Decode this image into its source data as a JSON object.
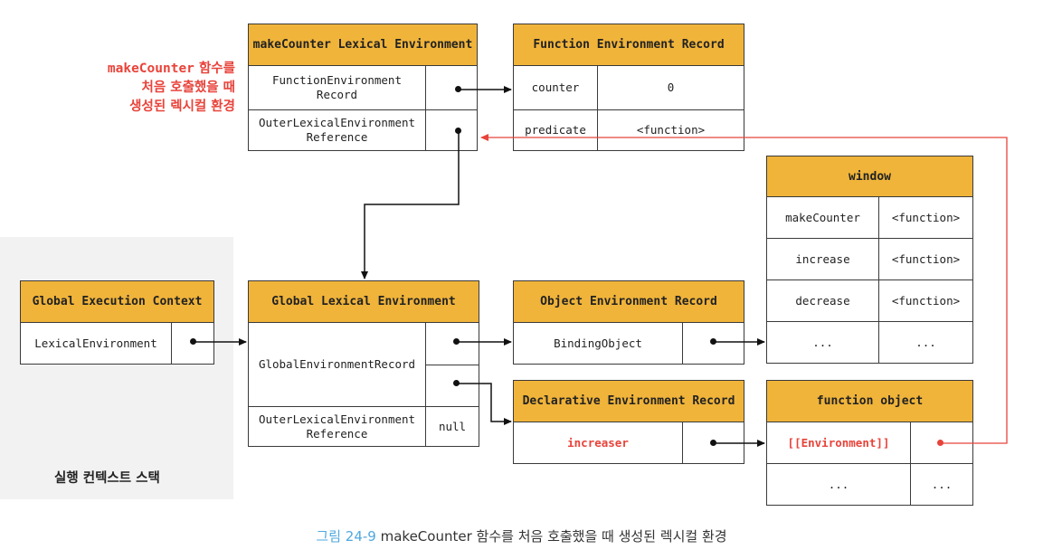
{
  "annotation": {
    "prefix": "makeCounter",
    "suffix": "함수를",
    "line2": "처음 호출했을 때",
    "line3": "생성된 렉시컬 환경"
  },
  "stack_label": "실행 컨텍스트 스택",
  "caption": {
    "figure": "그림 24-9",
    "prefix": "makeCounter",
    "text": "함수를 처음 호출했을 때 생성된 렉시컬 환경"
  },
  "make_counter_env": {
    "title": "makeCounter Lexical Environment",
    "rows": [
      "FunctionEnvironment\nRecord",
      "OuterLexicalEnvironment\nReference"
    ]
  },
  "function_env_record": {
    "title": "Function Environment Record",
    "rows": [
      {
        "name": "counter",
        "value": "0"
      },
      {
        "name": "predicate",
        "value": "<function>"
      }
    ]
  },
  "window": {
    "title": "window",
    "rows": [
      {
        "name": "makeCounter",
        "value": "<function>"
      },
      {
        "name": "increase",
        "value": "<function>"
      },
      {
        "name": "decrease",
        "value": "<function>"
      },
      {
        "name": "...",
        "value": "..."
      }
    ]
  },
  "global_exec_context": {
    "title": "Global Execution Context",
    "row": "LexicalEnvironment"
  },
  "global_lex_env": {
    "title": "Global Lexical Environment",
    "rows": [
      "GlobalEnvironmentRecord",
      "OuterLexicalEnvironment\nReference"
    ],
    "outer_value": "null"
  },
  "object_env_record": {
    "title": "Object Environment Record",
    "row": "BindingObject"
  },
  "declarative_env_record": {
    "title": "Declarative Environment Record",
    "row": "increaser"
  },
  "function_object": {
    "title": "function object",
    "rows": [
      {
        "name": "[[Environment]]",
        "value": ""
      },
      {
        "name": "...",
        "value": "..."
      }
    ]
  },
  "colors": {
    "header": "#f0b43a",
    "accent_red": "#e8433a",
    "caption_blue": "#4fa8e0"
  }
}
